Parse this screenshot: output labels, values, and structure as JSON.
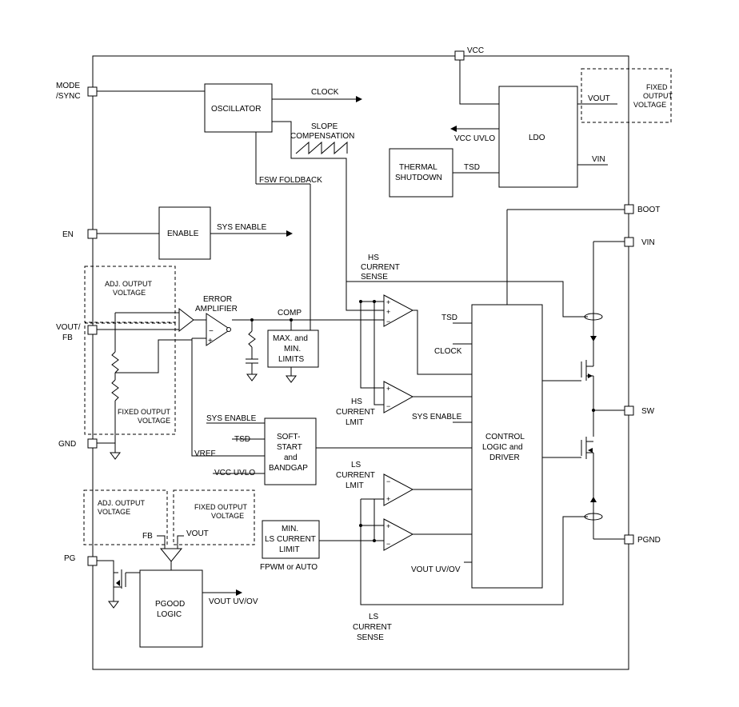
{
  "pins": {
    "mode_sync": [
      "MODE",
      "/SYNC"
    ],
    "en": "EN",
    "vout_fb": [
      "VOUT/",
      "FB"
    ],
    "gnd": "GND",
    "pg": "PG",
    "vcc": "VCC",
    "boot": "BOOT",
    "vin": "VIN",
    "sw": "SW",
    "pgnd": "PGND"
  },
  "blocks": {
    "oscillator": "OSCILLATOR",
    "ldo": "LDO",
    "thermal": [
      "THERMAL",
      "SHUTDOWN"
    ],
    "enable": "ENABLE",
    "limits": [
      "MAX. and",
      "MIN.",
      "LIMITS"
    ],
    "softstart": [
      "SOFT-",
      "START",
      "and",
      "BANDGAP"
    ],
    "control": [
      "CONTROL",
      "LOGIC and",
      "DRIVER"
    ],
    "min_ls": [
      "MIN.",
      "LS CURRENT",
      "LIMIT"
    ],
    "pgood": [
      "PGOOD",
      "LOGIC"
    ]
  },
  "labels": {
    "clock_out": "CLOCK",
    "slope": [
      "SLOPE",
      "COMPENSATION"
    ],
    "fsw_sub": "FSW",
    "foldback": "FOLDBACK",
    "sys_enable_out": "SYS ENABLE",
    "vcc_uvlo_out": "VCC UVLO",
    "ldo_vout": "VOUT",
    "ldo_vin": "VIN",
    "tsd": "TSD",
    "fixed_ldo": [
      "FIXED",
      "OUTPUT",
      "VOLTAGE"
    ],
    "adj_top": [
      "ADJ. OUTPUT",
      "VOLTAGE"
    ],
    "fixed_mid": [
      "FIXED OUTPUT",
      "VOLTAGE"
    ],
    "error_amp": [
      "ERROR",
      "AMPLIFIER"
    ],
    "comp": "COMP",
    "hs_sense": [
      "HS",
      "CURRENT",
      "SENSE"
    ],
    "hs_limit": [
      "HS",
      "CURRENT",
      "LMIT"
    ],
    "ls_limit": [
      "LS",
      "CURRENT",
      "LMIT"
    ],
    "ls_sense": [
      "LS",
      "CURRENT",
      "SENSE"
    ],
    "ctl_tsd": "TSD",
    "ctl_clock": "CLOCK",
    "ctl_sys_enable": "SYS ENABLE",
    "ss_sys_enable": "SYS ENABLE",
    "ss_tsd": "TSD",
    "ss_vref": "VREF",
    "ss_vcc_uvlo": "VCC UVLO",
    "vout_uvov_ctl": "VOUT UV/OV",
    "fpwm": "FPWM or AUTO",
    "adj_bottom": [
      "ADJ. OUTPUT",
      "VOLTAGE"
    ],
    "fixed_bottom": [
      "FIXED OUTPUT",
      "VOLTAGE"
    ],
    "pg_fb": "FB",
    "pg_vout": "VOUT",
    "pgood_uvov": "VOUT UV/OV",
    "plus": "+",
    "minus": "−"
  }
}
